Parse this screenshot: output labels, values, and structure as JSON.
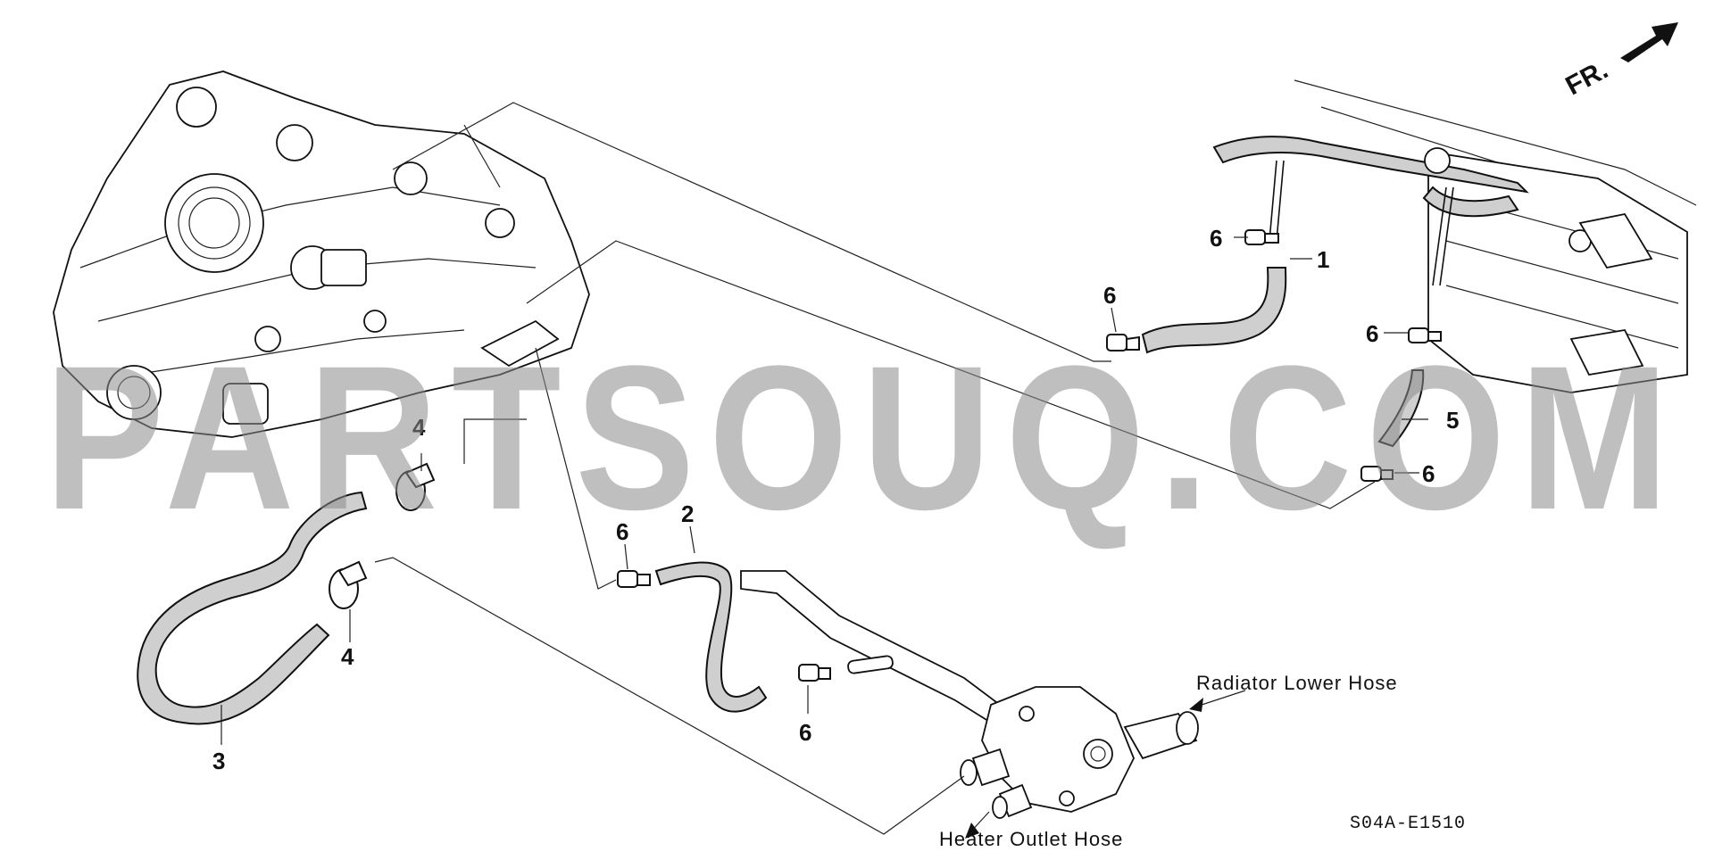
{
  "watermark": "PARTSOUQ.COM",
  "direction_label": "FR.",
  "diagram_code": "S04A-E1510",
  "callouts": {
    "radiator_lower_hose": "Radiator Lower Hose",
    "heater_outlet_hose": "Heater Outlet Hose"
  },
  "part_numbers": {
    "n1": "1",
    "n2": "2",
    "n3": "3",
    "n4a": "4",
    "n4b": "4",
    "n5": "5",
    "n6a": "6",
    "n6b": "6",
    "n6c": "6",
    "n6d": "6",
    "n6e": "6",
    "n6f": "6"
  }
}
